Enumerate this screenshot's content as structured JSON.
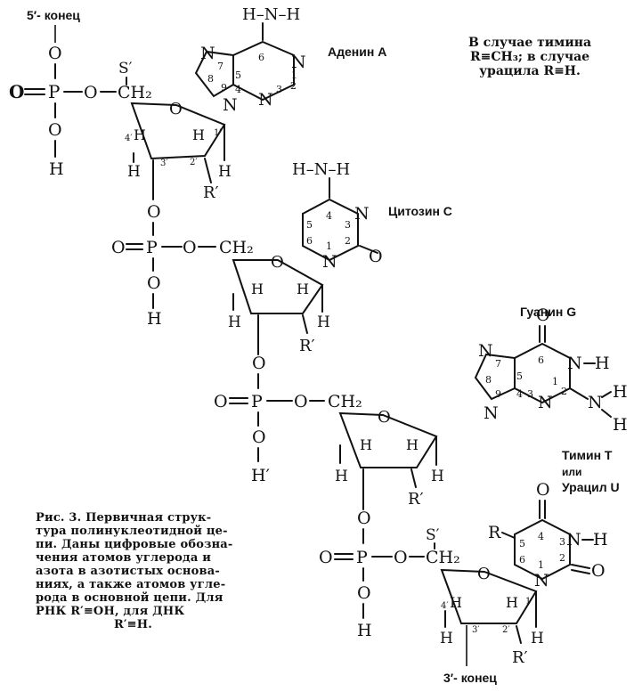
{
  "end_labels": {
    "five_prime": "5′- конец",
    "three_prime": "3′- конец"
  },
  "bases": {
    "adenine": "Аденин А",
    "cytosine": "Цитозин С",
    "guanine": "Гуанин G",
    "thymine": "Тимин Т",
    "or": "или",
    "uracil": "Урацил U"
  },
  "note_lines": [
    "В случае тимина",
    "R≡CH₃; в случае",
    "урацила R≡H."
  ],
  "caption_lines": [
    "Рис. 3. Первичная струк-",
    "тура полинуклеотидной це-",
    "пи. Даны цифровые обозна-",
    "чения атомов углерода и",
    "азота в азотистых основа-",
    "ниях, а также атомов угле-",
    "рода в основной цепи. Для",
    "РНК R′≡OH, для ДНК",
    "R′≡H."
  ],
  "atoms": {
    "O": "O",
    "P": "P",
    "H": "H",
    "N": "N",
    "C": "C",
    "R": "R",
    "CH2": "CH₂",
    "R_prime": "R′",
    "S_prime": "S′",
    "H_prime": "H′",
    "NH": "N–H",
    "HNH": "H–N–H"
  },
  "numbers": {
    "n1": "1",
    "n2": "2",
    "n3": "3",
    "n4": "4",
    "n5": "5",
    "n6": "6",
    "n7": "7",
    "n8": "8",
    "n9": "9",
    "p1": "1′",
    "p2": "2′",
    "p3": "3′",
    "p4": "4′"
  }
}
